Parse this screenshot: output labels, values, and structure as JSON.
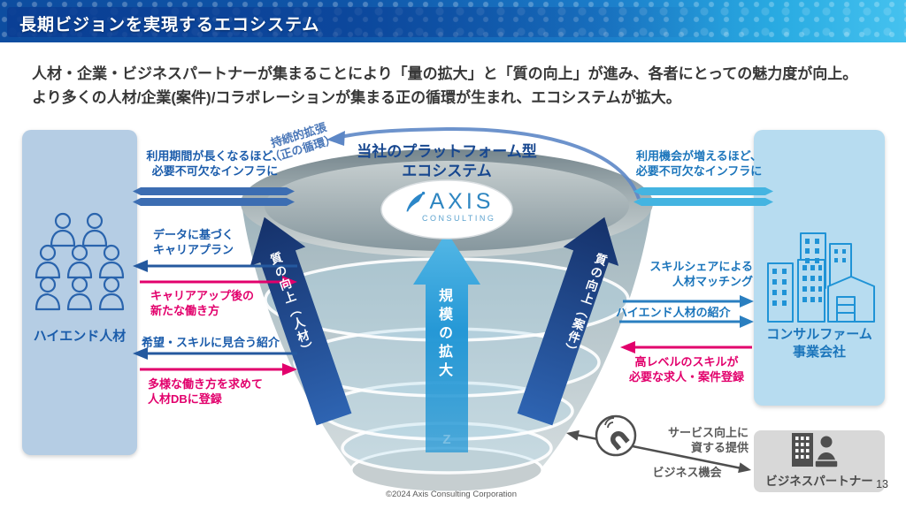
{
  "header": {
    "title": "長期ビジョンを実現するエコシステム"
  },
  "lead": {
    "line1": "人材・企業・ビジネスパートナーが集まることにより「量の拡大」と「質の向上」が進み、各者にとっての魅力度が向上。",
    "line2": "より多くの人材/企業(案件)/コラボレーションが集まる正の循環が生まれ、エコシステムが拡大。"
  },
  "left_panel": {
    "label": "ハイエンド人材"
  },
  "right_panel": {
    "label_line1": "コンサルファーム",
    "label_line2": "事業会社"
  },
  "partner_box": {
    "label": "ビジネスパートナー"
  },
  "funnel": {
    "title_line1": "当社のプラットフォーム型",
    "title_line2": "エコシステム",
    "cycle_line1": "持続的拡張",
    "cycle_line2": "（正の循環）",
    "quality_talent": "質の向上（人材）",
    "scale": "規模の拡大",
    "quality_projects": "質の向上（案件）",
    "brand_name": "AXIS",
    "brand_sub": "CONSULTING"
  },
  "left_flows": {
    "infra_line1": "利用期間が長くなるほど、",
    "infra_line2": "必要不可欠なインフラに",
    "career_plan_line1": "データに基づく",
    "career_plan_line2": "キャリアプラン",
    "career_up_line1": "キャリアアップ後の",
    "career_up_line2": "新たな働き方",
    "intro": "希望・スキルに見合う紹介",
    "db_line1": "多様な働き方を求めて",
    "db_line2": "人材DBに登録"
  },
  "right_flows": {
    "infra_line1": "利用機会が増えるほど、",
    "infra_line2": "必要不可欠なインフラに",
    "skill_share_line1": "スキルシェアによる",
    "skill_share_line2": "人材マッチング",
    "intro": "ハイエンド人材の紹介",
    "jobs_line1": "高レベルのスキルが",
    "jobs_line2": "必要な求人・案件登録"
  },
  "partner_flows": {
    "service_line1": "サービス向上に",
    "service_line2": "資する提供",
    "opportunity": "ビジネス機会"
  },
  "footer": {
    "copyright": "©2024 Axis Consulting Corporation",
    "page": "13"
  },
  "colors": {
    "header_blue": "#0d4da0",
    "header_cyan": "#29abe2",
    "accent_blue": "#1b5cab",
    "accent_blue_right": "#1b75bb",
    "magenta": "#e2006c",
    "steel_arrow": "#3c6db2",
    "cyan_arrow": "#44b4e1",
    "navy_funnel_arrow": "#1d3f7e",
    "light_funnel_arrow": "#2f9fd8",
    "left_panel_bg": "#b5cde4",
    "right_panel_bg": "#b7dcf0",
    "partner_bg": "#d8d8d8"
  }
}
